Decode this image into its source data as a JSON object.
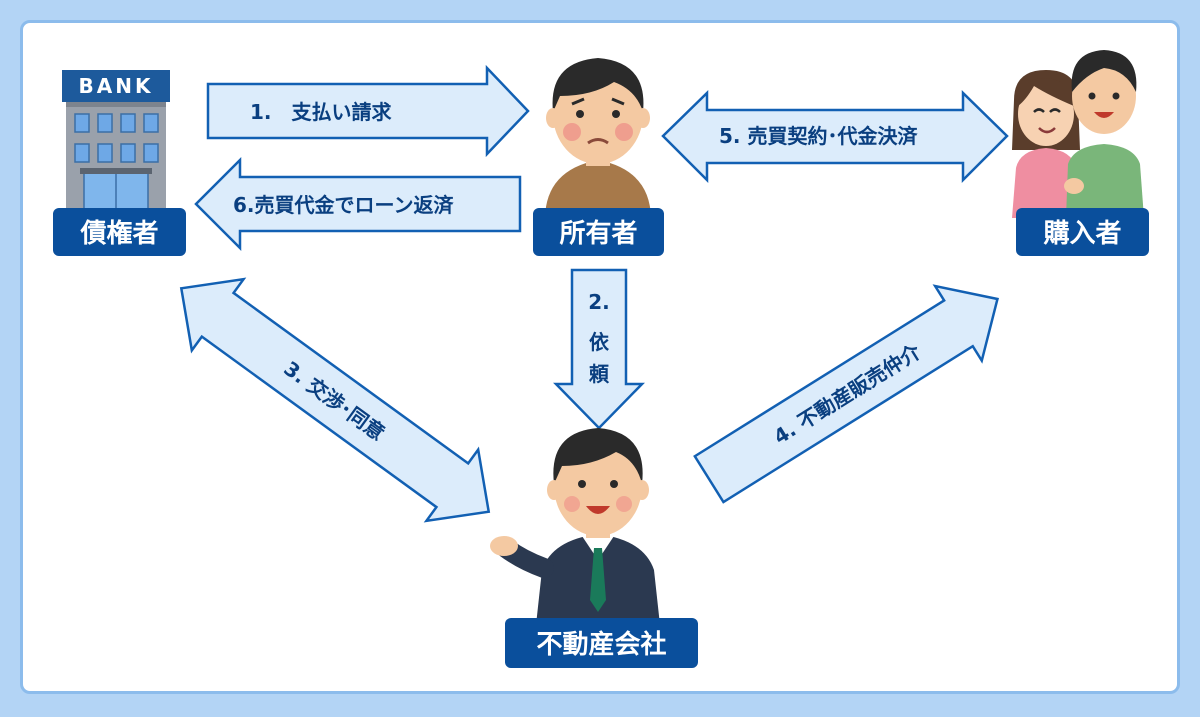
{
  "colors": {
    "background": "#b3d4f5",
    "panel": "#ffffff",
    "label_fill": "#0a4f9c",
    "arrow_fill": "#dcecfb",
    "arrow_stroke": "#1260b3",
    "arrow_text": "#0a3f80"
  },
  "nodes": {
    "creditor": {
      "label": "債権者",
      "icon": "bank-building-icon",
      "sign": "BANK"
    },
    "owner": {
      "label": "所有者",
      "icon": "worried-man-icon"
    },
    "buyer": {
      "label": "購入者",
      "icon": "smiling-couple-icon"
    },
    "agency": {
      "label": "不動産会社",
      "icon": "businessman-icon"
    }
  },
  "arrows": {
    "a1": "1.　支払い請求",
    "a2_num": "2.",
    "a2_chars": [
      "依",
      "頼"
    ],
    "a3": "3. 交渉･同意",
    "a4": "4. 不動産販売仲介",
    "a5": "5. 売買契約･代金決済",
    "a6": "6.売買代金でローン返済"
  }
}
